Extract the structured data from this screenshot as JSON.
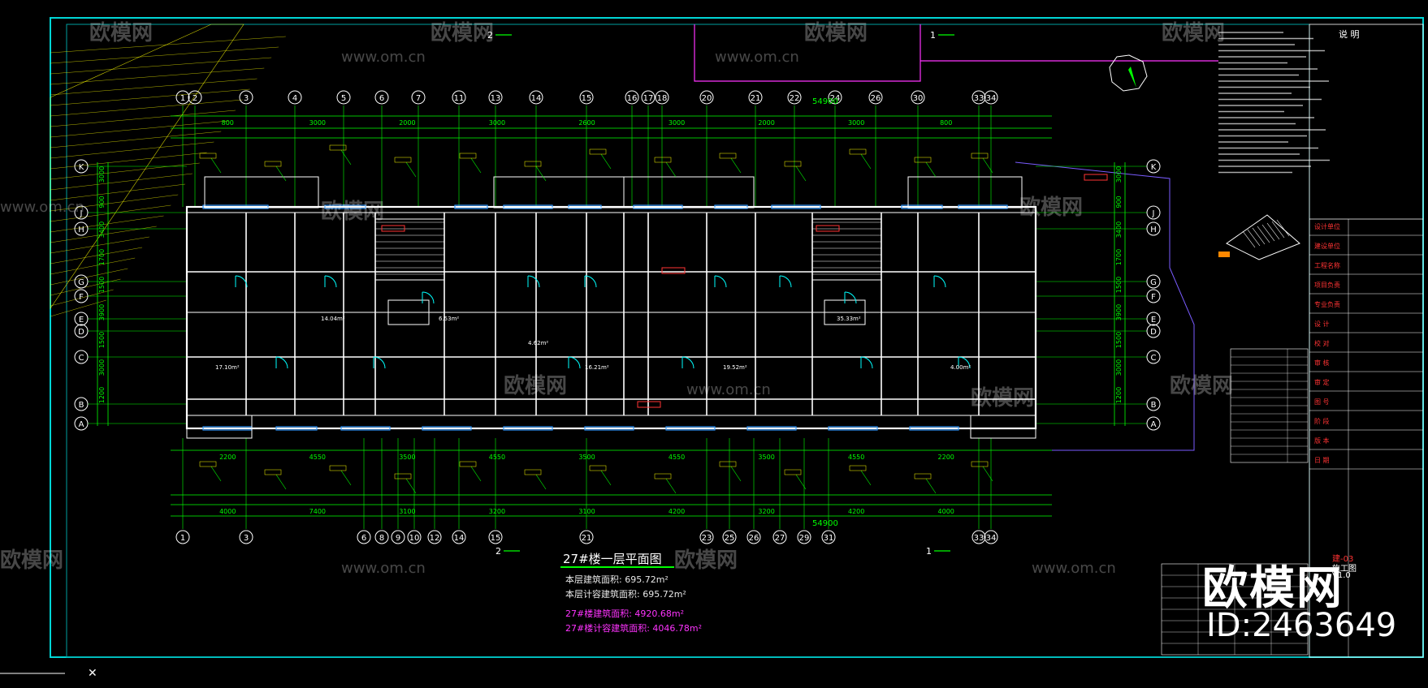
{
  "drawing": {
    "title": "27#楼一层平面图",
    "notes": [
      {
        "text": "本层建筑面积: 695.72m²",
        "color": "#e8e8e8"
      },
      {
        "text": "本层计容建筑面积: 695.72m²",
        "color": "#e8e8e8"
      },
      {
        "text": "27#楼建筑面积: 4920.68m²",
        "color": "#ff33ff"
      },
      {
        "text": "27#楼计容建筑面积: 4046.78m²",
        "color": "#ff33ff"
      }
    ],
    "top_dimension": "54900",
    "bottom_dimension": "54900",
    "grid_columns_top": [
      "1",
      "2",
      "3",
      "4",
      "5",
      "6",
      "7",
      "11",
      "13",
      "14",
      "15",
      "16",
      "17",
      "18",
      "20",
      "21",
      "22",
      "24",
      "26",
      "30",
      "33",
      "34"
    ],
    "grid_columns_bottom": [
      "1",
      "3",
      "6",
      "8",
      "9",
      "10",
      "12",
      "14",
      "15",
      "21",
      "23",
      "25",
      "26",
      "27",
      "29",
      "31",
      "33",
      "34"
    ],
    "grid_rows": [
      "K",
      "J",
      "H",
      "G",
      "F",
      "E",
      "D",
      "C",
      "B",
      "A"
    ],
    "section_marks": [
      "2",
      "1",
      "2",
      "1"
    ],
    "top_dims_row1": [
      "800",
      "3000",
      "2000",
      "3000",
      "2600",
      "3000",
      "2000",
      "3000",
      "800"
    ],
    "bottom_dims_row1": [
      "2200",
      "4550",
      "3500",
      "4550",
      "3500",
      "4550",
      "3500",
      "4550",
      "2200"
    ],
    "bottom_dims_row2": [
      "4000",
      "7400",
      "3100",
      "3200",
      "3100",
      "4200",
      "3200",
      "4200",
      "4000"
    ],
    "left_dims": [
      "3000",
      "900",
      "3400",
      "1700",
      "1500",
      "3900",
      "1500",
      "3000",
      "1200"
    ],
    "room_area_labels": [
      "17.10m²",
      "14.04m²",
      "6.53m²",
      "4.62m²",
      "16.21m²",
      "19.52m²",
      "35.33m²",
      "4.00m²"
    ]
  },
  "title_block": {
    "header": "说 明",
    "rows": [
      "设计单位",
      "建设单位",
      "工程名称",
      "项目负责",
      "专业负责",
      "设 计",
      "校 对",
      "审 核",
      "审 定",
      "图 号",
      "阶 段",
      "版 本",
      "日 期"
    ],
    "stage_value": "施工图",
    "version_value": "V1.0",
    "drawing_no": "建-03"
  },
  "watermark": {
    "brand": "欧模网",
    "id": "ID:2463649",
    "url": "www.om.cn"
  },
  "colors": {
    "frame": "#00d6d6",
    "wall": "#ffffff",
    "axis": "#00ff00",
    "dimension": "#00ff00",
    "annotation": "#ffff00",
    "magenta": "#ff33ff",
    "window": "#3399ff",
    "door": "#00ffff"
  }
}
